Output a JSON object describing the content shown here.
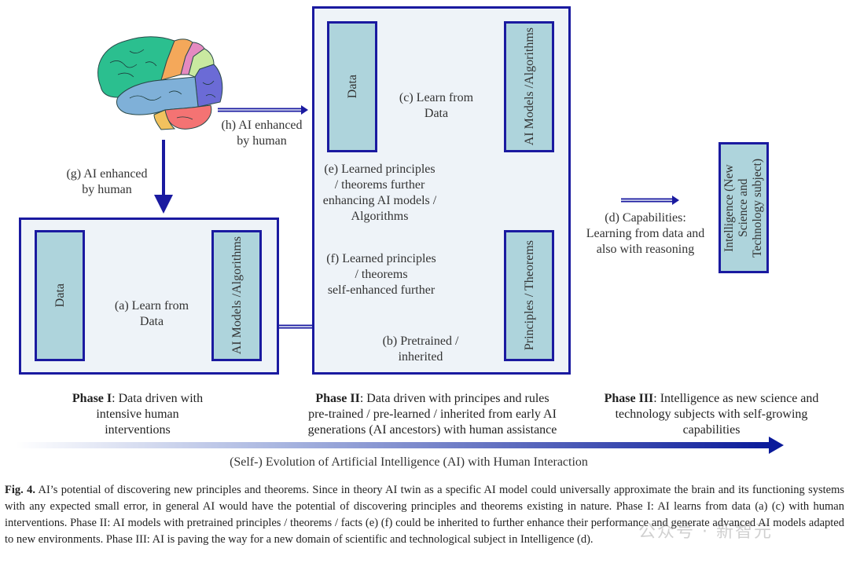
{
  "diagram": {
    "brain": {
      "icon": "brain-icon",
      "region_colors": [
        "#2bbf8f",
        "#f4a85a",
        "#e58ac0",
        "#c9e9a0",
        "#6b6bd6",
        "#7fb0d8",
        "#f47373",
        "#f2c25e"
      ]
    },
    "colors": {
      "box_border": "#1a1aa0",
      "outer_fill": "#eef3f8",
      "inner_fill": "#aed4dc",
      "arrow": "#1a1aa0"
    },
    "phase1": {
      "data_label": "Data",
      "models_label": "AI Models /Algorithms",
      "learn_label_line1": "(a) Learn from",
      "learn_label_line2": "Data"
    },
    "phase2": {
      "data_label": "Data",
      "models_label": "AI Models /Algorithms",
      "principles_label": "Principles / Theorems",
      "learn_label_line1": "(c) Learn from",
      "learn_label_line2": "Data",
      "e_label": [
        "(e) Learned principles",
        "/ theorems further",
        "enhancing AI models /",
        "Algorithms"
      ],
      "f_label": [
        "(f) Learned principles",
        "/ theorems",
        "self-enhanced further"
      ],
      "b_label": [
        "(b) Pretrained /",
        "inherited"
      ]
    },
    "g_label": [
      "(g) AI enhanced",
      "by human"
    ],
    "h_label": [
      "(h) AI enhanced",
      "by human"
    ],
    "phase3": {
      "intelligence_label_line1": "Intelligence (New",
      "intelligence_label_line2": "Science and",
      "intelligence_label_line3": "Technology subject)",
      "d_label": [
        "(d) Capabilities:",
        "Learning from data and",
        "also with reasoning"
      ]
    },
    "phase_descriptions": [
      {
        "title": "Phase I",
        "text_lines": [
          ": Data driven with",
          "intensive human",
          "interventions"
        ]
      },
      {
        "title": "Phase II",
        "text_lines": [
          ": Data driven with principes and rules",
          "pre-trained / pre-learned / inherited from early AI",
          "generations (AI ancestors) with human assistance"
        ]
      },
      {
        "title": "Phase III",
        "text_lines": [
          ": Intelligence as new science and",
          "technology subjects with self-growing",
          "capabilities"
        ]
      }
    ],
    "evolution_label": "(Self-) Evolution of Artificial Intelligence (AI) with Human Interaction"
  },
  "caption": {
    "fig_label": "Fig. 4.",
    "text": "AI’s potential of discovering new principles and theorems. Since in theory AI twin as a specific AI model could universally approximate the brain and its functioning systems with any expected small error, in general AI would have the potential of discovering principles and theorems existing in nature. Phase I: AI learns from data (a) (c) with human interventions. Phase II: AI models with pretrained principles / theorems / facts (e) (f) could be inherited to further enhance their performance and generate advanced AI models adapted to new environments. Phase III: AI is paving the way for a new domain of scientific and technological subject in Intelligence (d)."
  },
  "watermark": "公众号 · 新智元"
}
